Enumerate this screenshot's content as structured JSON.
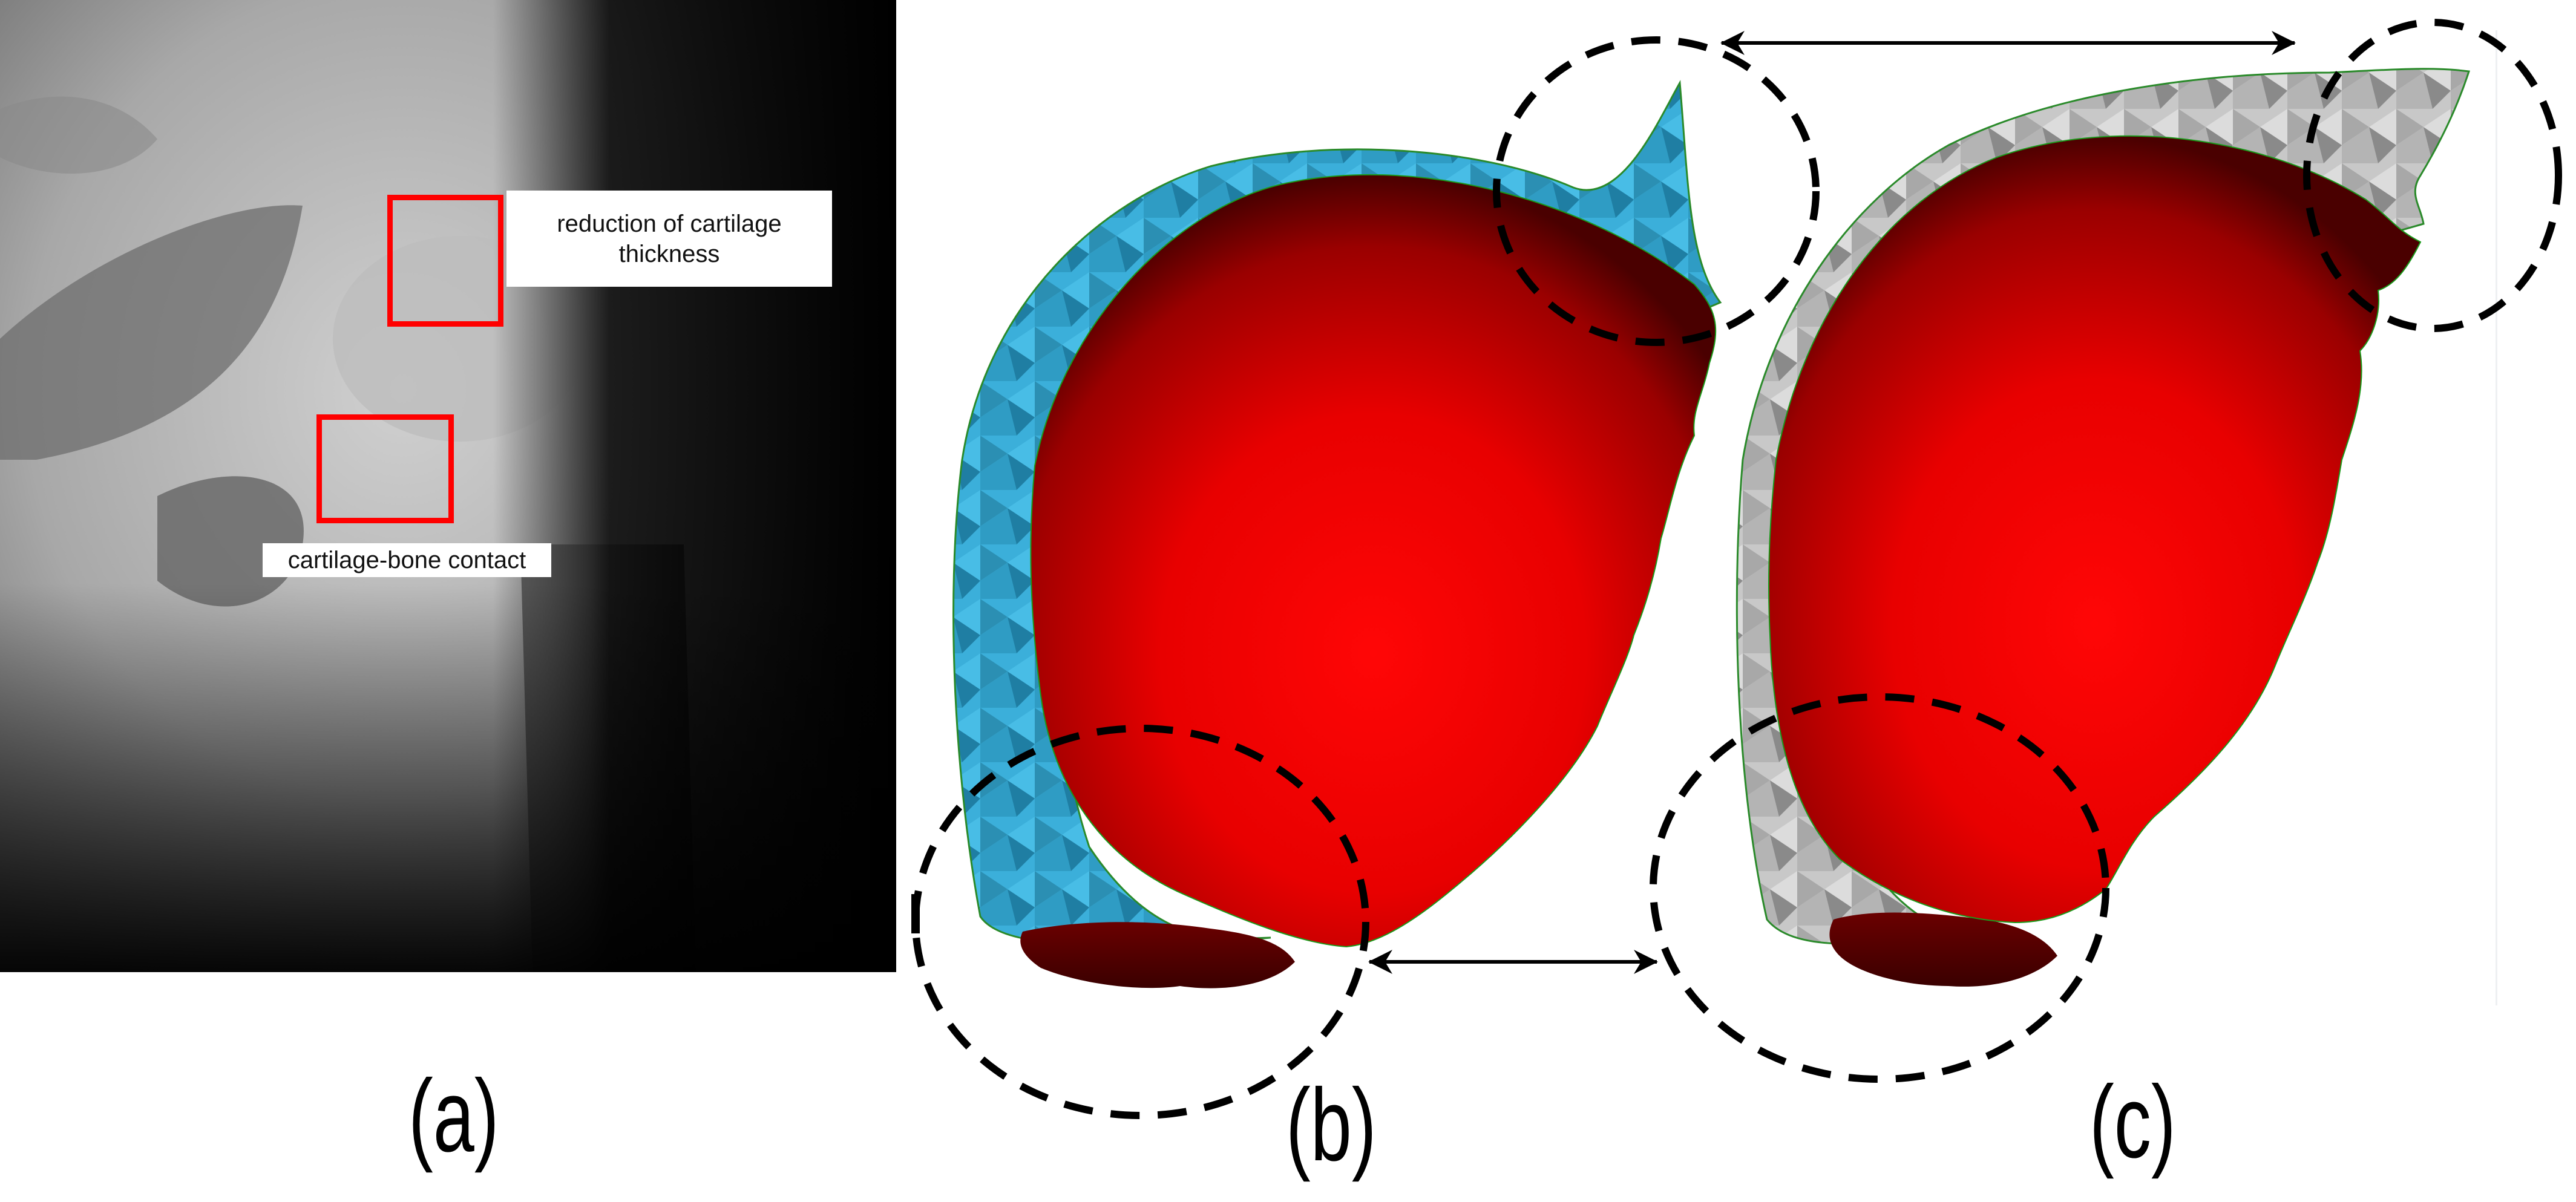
{
  "figure": {
    "panels": [
      {
        "id": "a",
        "label": "(a)",
        "type": "radiograph",
        "description": "hip x-ray",
        "annotations": [
          {
            "label": "reduction of cartilage thickness",
            "line1": "reduction of cartilage",
            "line2": "thickness",
            "box_color": "#ff0000"
          },
          {
            "label": "cartilage-bone contact",
            "box_color": "#ff0000"
          }
        ]
      },
      {
        "id": "b",
        "label": "(b)",
        "type": "3d-mesh",
        "cartilage_color": "#3bafda",
        "bone_color": "#f70000"
      },
      {
        "id": "c",
        "label": "(c)",
        "type": "3d-mesh",
        "cartilage_color": "#c8c8c8",
        "bone_color": "#f70000"
      }
    ],
    "comparison_arrows": [
      {
        "between": [
          "b-top-region",
          "c-top-region"
        ],
        "style": "double-headed"
      },
      {
        "between": [
          "b-bottom-region",
          "c-bottom-region"
        ],
        "style": "double-headed"
      }
    ],
    "highlight_regions": [
      {
        "panel": "b",
        "position": "top-right",
        "style": "dashed-ellipse"
      },
      {
        "panel": "b",
        "position": "bottom-left",
        "style": "dashed-ellipse"
      },
      {
        "panel": "c",
        "position": "top-right",
        "style": "dashed-ellipse"
      },
      {
        "panel": "c",
        "position": "bottom-left",
        "style": "dashed-ellipse"
      }
    ],
    "colors": {
      "annotation_red": "#ff0000",
      "cartilage_blue": "#3bafda",
      "cartilage_blue_dark": "#2b8fb3",
      "cartilage_gray": "#c8c8c8",
      "cartilage_gray_dark": "#9a9a9a",
      "bone_red": "#f70000",
      "bone_red_dark": "#5a0000",
      "boundary_green": "#1a9a1a",
      "dash_black": "#000000"
    }
  }
}
